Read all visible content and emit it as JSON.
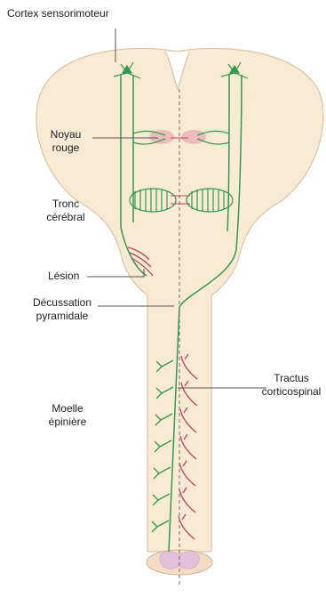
{
  "labels": {
    "cortex": "Cortex sensorimoteur",
    "noyau_line1": "Noyau",
    "noyau_line2": "rouge",
    "tronc_line1": "Tronc",
    "tronc_line2": "cérébral",
    "lesion": "Lésion",
    "decussation_line1": "Décussation",
    "decussation_line2": "pyramidale",
    "tractus_line1": "Tractus",
    "tractus_line2": "corticospinal",
    "moelle_line1": "Moelle",
    "moelle_line2": "épinière"
  },
  "colors": {
    "tissue_fill": "#f9ead4",
    "tissue_outline": "#d8c3a5",
    "pathway_green": "#2f9a4e",
    "lesion_red": "#c0405a",
    "nucleus_pink": "#eab0b2",
    "grey_matter": "#e2c0dc",
    "midline": "#707070"
  }
}
